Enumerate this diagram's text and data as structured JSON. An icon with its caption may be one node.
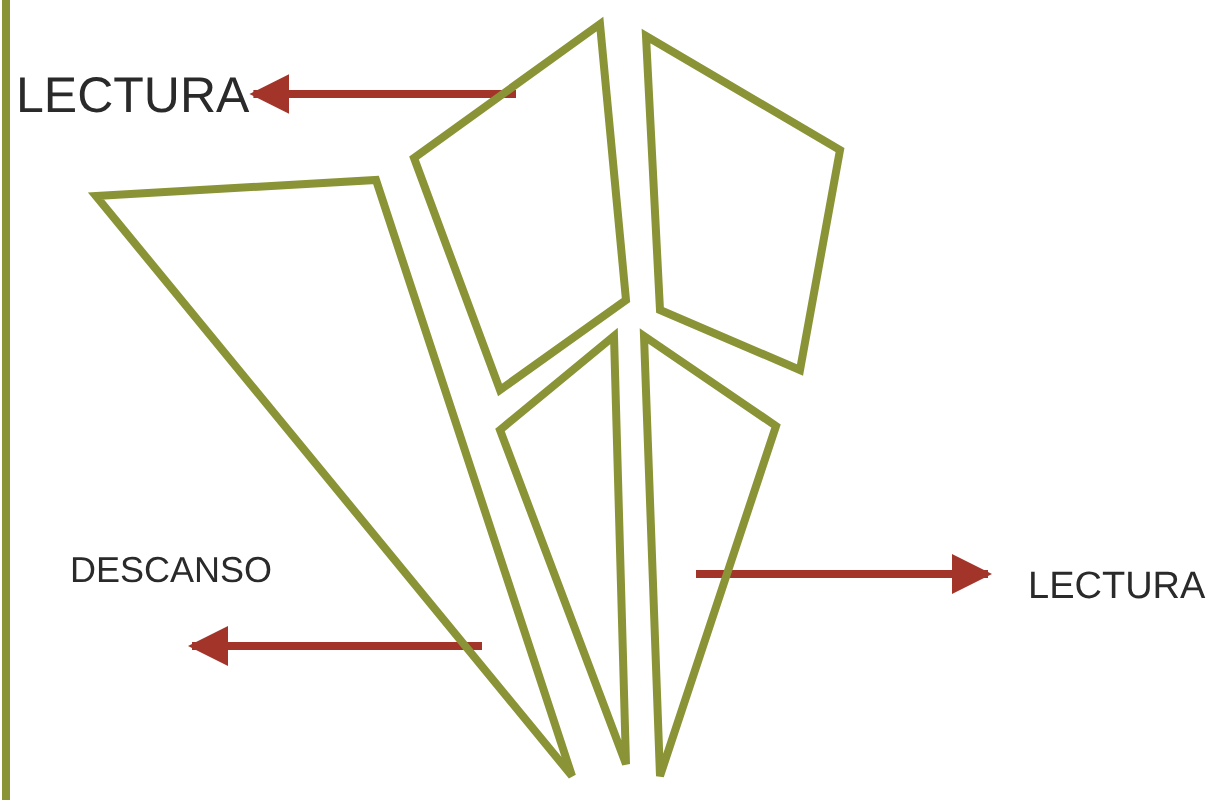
{
  "diagram": {
    "nodes": [
      {
        "text": [
          "LECTURA"
        ]
      },
      {
        "text": [],
        "shape": "triangle"
      },
      {
        "text": [],
        "shape": "box"
      },
      {
        "text": [],
        "shape": "box"
      },
      {
        "text": [],
        "shape": "triangle"
      },
      {
        "text": [],
        "shape": "triangle"
      },
      {
        "text": [
          "LECTURA"
        ]
      }
    ],
    "edges": [
      {
        "from": 2,
        "to": 0,
        "arrow": "to"
      },
      {
        "from": 1,
        "to": null,
        "arrow": "to"
      },
      {
        "from": 5,
        "to": 6,
        "arrow": "to"
      }
    ],
    "labels": [
      "DESCANSO"
    ]
  }
}
